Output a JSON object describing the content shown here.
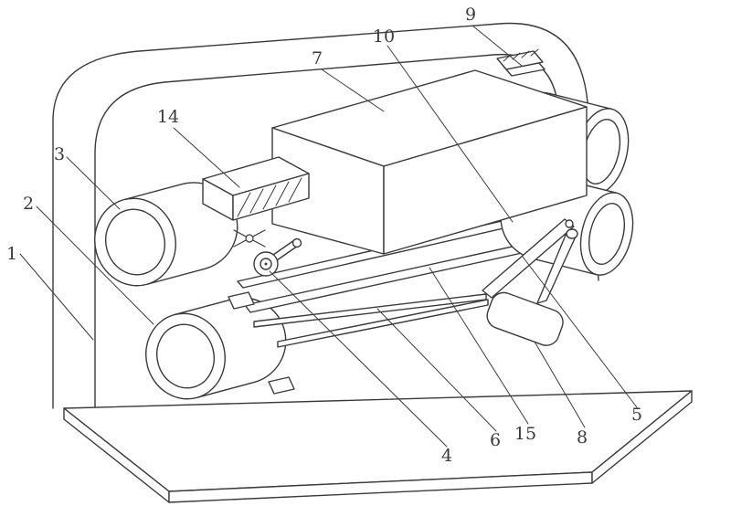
{
  "figure": {
    "background_color": "#ffffff",
    "line_color": "#3a3a3a",
    "labels": [
      {
        "text": "1"
      },
      {
        "text": "2"
      },
      {
        "text": "3"
      },
      {
        "text": "4"
      },
      {
        "text": "5"
      },
      {
        "text": "6"
      },
      {
        "text": "7"
      },
      {
        "text": "8"
      },
      {
        "text": "9"
      },
      {
        "text": "10"
      },
      {
        "text": "14"
      },
      {
        "text": "15"
      }
    ]
  }
}
